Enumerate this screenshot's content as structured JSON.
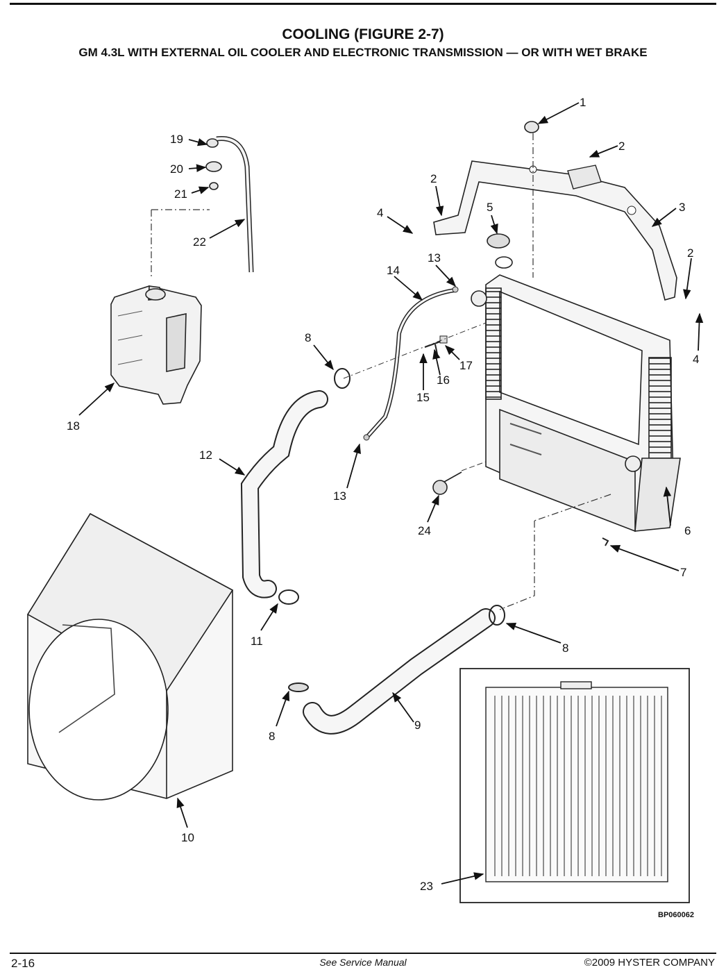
{
  "header": {
    "title": "COOLING (FIGURE 2-7)",
    "subtitle": "GM 4.3L WITH EXTERNAL OIL COOLER AND ELECTRONIC TRANSMISSION — OR WITH WET BRAKE"
  },
  "diagram": {
    "figure_code": "BP060062",
    "callouts": {
      "c1": "1",
      "c2a": "2",
      "c2b": "2",
      "c2c": "2",
      "c3": "3",
      "c4a": "4",
      "c4b": "4",
      "c5": "5",
      "c6": "6",
      "c7": "7",
      "c8a": "8",
      "c8b": "8",
      "c8c": "8",
      "c9": "9",
      "c10": "10",
      "c11": "11",
      "c12": "12",
      "c13a": "13",
      "c13b": "13",
      "c14": "14",
      "c15": "15",
      "c16": "16",
      "c17": "17",
      "c18": "18",
      "c19": "19",
      "c20": "20",
      "c21": "21",
      "c22": "22",
      "c23": "23",
      "c24": "24"
    }
  },
  "footer": {
    "page_number": "2-16",
    "center_note": "See Service Manual",
    "copyright": "©2009 HYSTER COMPANY"
  }
}
